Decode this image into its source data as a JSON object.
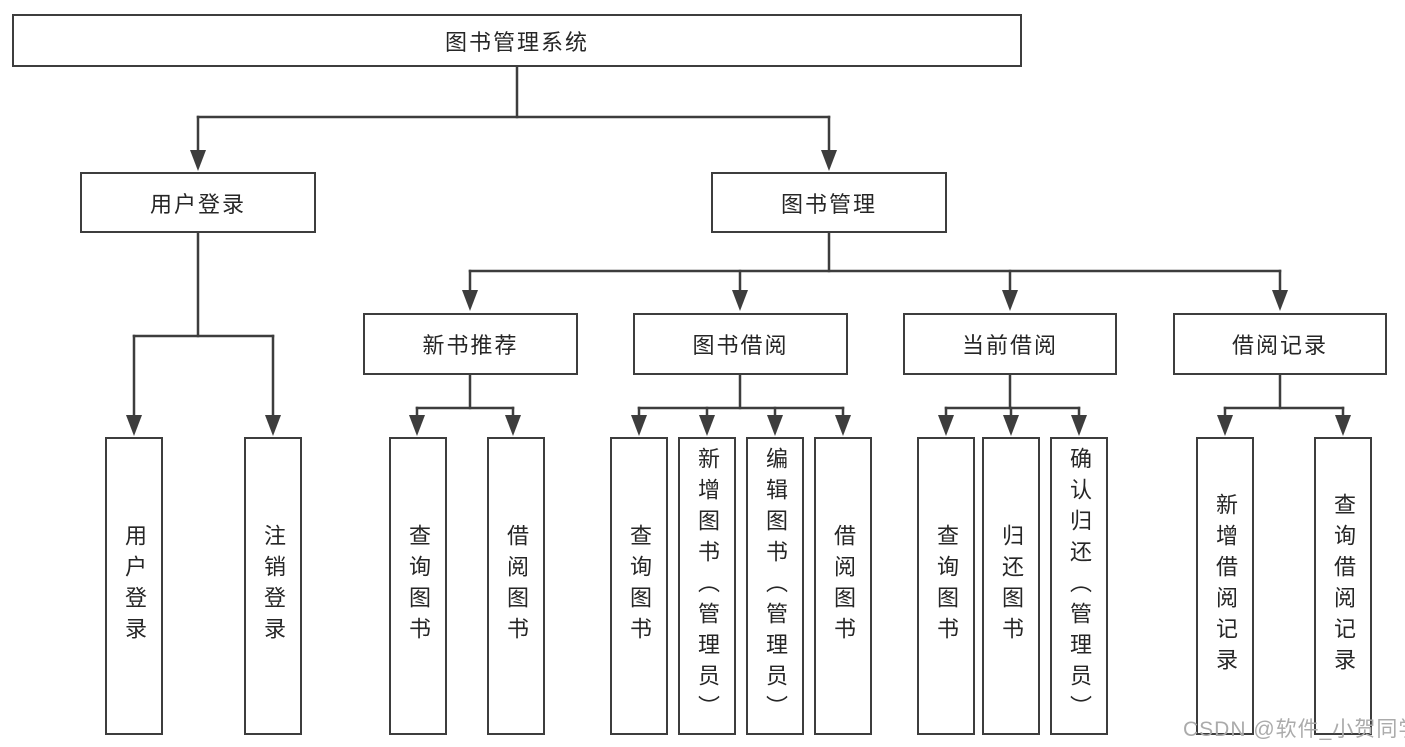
{
  "tree": {
    "root": "图书管理系统",
    "l2": [
      "用户登录",
      "图书管理"
    ],
    "l3": [
      "新书推荐",
      "图书借阅",
      "当前借阅",
      "借阅记录"
    ],
    "leaves": {
      "user_login": [
        "用户登录",
        "注销登录"
      ],
      "new_book": [
        "查询图书",
        "借阅图书"
      ],
      "book_borrow": [
        "查询图书",
        "新增图书（管理员）",
        "编辑图书（管理员）",
        "借阅图书"
      ],
      "current_borrow": [
        "查询图书",
        "归还图书",
        "确认归还（管理员）"
      ],
      "borrow_records": [
        "新增借阅记录",
        "查询借阅记录"
      ]
    }
  },
  "watermark": "CSDN @软件_小贺同学",
  "colors": {
    "line": "#3d3d3d",
    "border": "#3d3d3d",
    "text": "#262626",
    "watermark": "#ababab",
    "background": "#ffffff"
  }
}
